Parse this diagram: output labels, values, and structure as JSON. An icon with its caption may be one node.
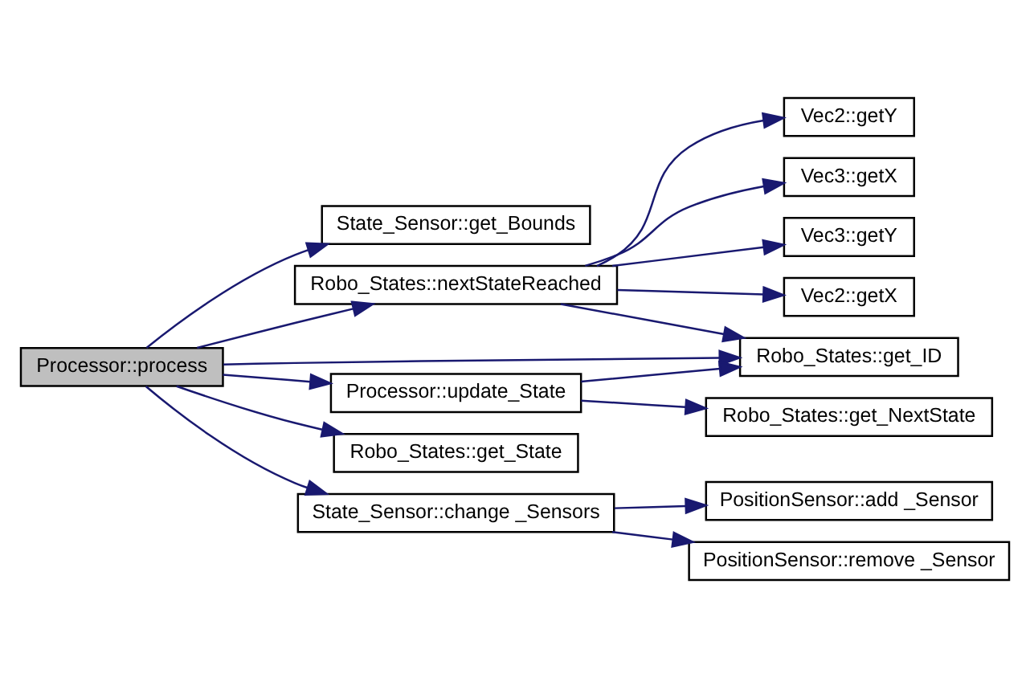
{
  "diagram": {
    "nodes": [
      {
        "text": [
          "Processor::process"
        ]
      },
      {
        "text": [
          "State_Sensor::get_Bounds"
        ]
      },
      {
        "text": [
          "Robo_States::nextStateReached"
        ]
      },
      {
        "text": [
          "Processor::update_State"
        ]
      },
      {
        "text": [
          "State_Sensor::change _Sensors"
        ]
      },
      {
        "text": [
          "Robo_States::get_State"
        ]
      },
      {
        "text": [
          "Vec2::getY"
        ]
      },
      {
        "text": [
          "Vec3::getX"
        ]
      },
      {
        "text": [
          "Vec3::getY"
        ]
      },
      {
        "text": [
          "Vec2::getX"
        ]
      },
      {
        "text": [
          "Robo_States::get_ID"
        ]
      },
      {
        "text": [
          "Robo_States::get_NextState"
        ]
      },
      {
        "text": [
          "PositionSensor::add _Sensor"
        ]
      },
      {
        "text": [
          "PositionSensor::remove _Sensor"
        ]
      }
    ],
    "edges": [
      {
        "from": 0,
        "to": 1,
        "arrow": "to"
      },
      {
        "from": 0,
        "to": 2,
        "arrow": "to"
      },
      {
        "from": 0,
        "to": 10,
        "arrow": "to"
      },
      {
        "from": 0,
        "to": 3,
        "arrow": "to"
      },
      {
        "from": 0,
        "to": 4,
        "arrow": "to"
      },
      {
        "from": 0,
        "to": 5,
        "arrow": "to"
      },
      {
        "from": 2,
        "to": 6,
        "arrow": "to"
      },
      {
        "from": 2,
        "to": 7,
        "arrow": "to"
      },
      {
        "from": 2,
        "to": 8,
        "arrow": "to"
      },
      {
        "from": 2,
        "to": 9,
        "arrow": "to"
      },
      {
        "from": 2,
        "to": 10,
        "arrow": "to"
      },
      {
        "from": 3,
        "to": 10,
        "arrow": "to"
      },
      {
        "from": 3,
        "to": 11,
        "arrow": "to"
      },
      {
        "from": 4,
        "to": 12,
        "arrow": "to"
      },
      {
        "from": 4,
        "to": 13,
        "arrow": "to"
      }
    ]
  }
}
